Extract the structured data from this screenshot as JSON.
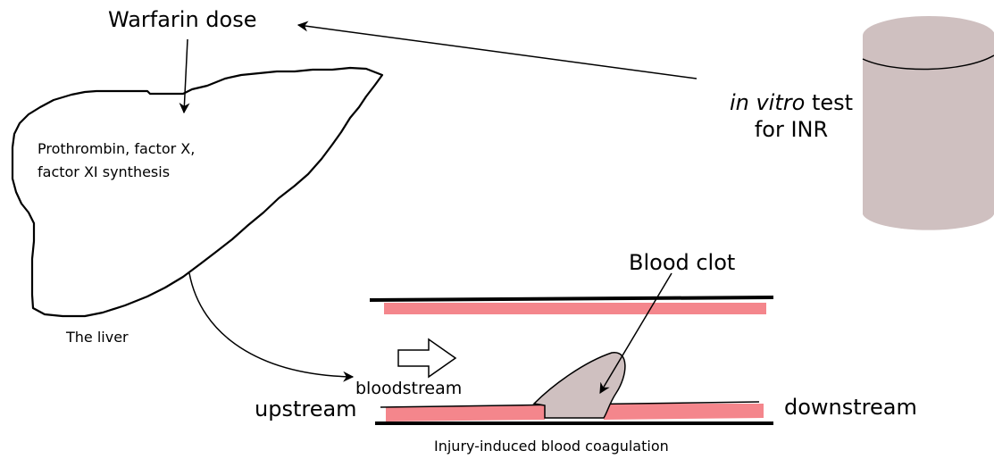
{
  "labels": {
    "warfarin_dose": "Warfarin dose",
    "liver_synthesis_line1": "Prothrombin, factor X,",
    "liver_synthesis_line2": "factor XI synthesis",
    "liver_caption": "The liver",
    "inr_test_italic": "in vitro",
    "inr_test_rest": " test",
    "inr_test_line2": "for INR",
    "blood_clot": "Blood clot",
    "bloodstream": "bloodstream",
    "upstream": "upstream",
    "downstream": "downstream",
    "caption": "Injury-induced blood coagulation"
  },
  "colors": {
    "vessel_wall": "#f4868c",
    "clot_fill": "#cfc0c0",
    "cylinder_fill": "#cfc0c0",
    "line": "#000000"
  }
}
